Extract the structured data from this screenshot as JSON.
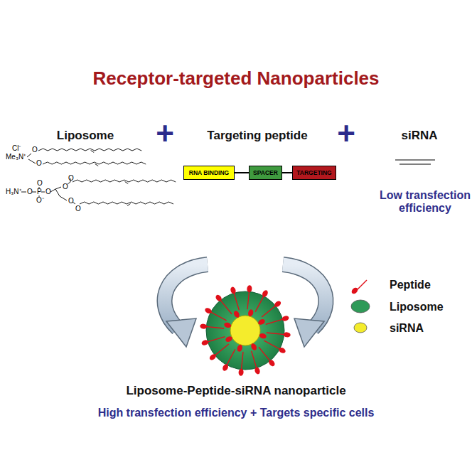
{
  "diagram": {
    "title": "Receptor-targeted Nanoparticles",
    "caption": "Liposome-Peptide-siRNA nanoparticle",
    "nodes": [
      {
        "text": [
          "RNA BINDING"
        ]
      },
      {
        "text": [
          "SPACER"
        ]
      },
      {
        "text": [
          "TARGETING"
        ]
      }
    ],
    "edges": [
      {
        "from": 0,
        "to": 1,
        "arrow": "none"
      },
      {
        "from": 1,
        "to": 2,
        "arrow": "none"
      }
    ],
    "labels": [
      "Liposome",
      "+",
      "Targeting peptide",
      "+",
      "siRNA",
      "Low transfection efficiency",
      "High transfection efficiency + Targets specific cells",
      "Cl⁻",
      "Me₃N⁺",
      "O",
      "O",
      "H₃N⁺",
      "O",
      "P",
      "O",
      "O⁻",
      "O",
      "O",
      "O",
      "O",
      "O"
    ],
    "legend": [
      {
        "text": "Peptide"
      },
      {
        "text": "Liposome",
        "color": "#2f9a58"
      },
      {
        "text": "siRNA",
        "color": "#f4ec2c"
      }
    ]
  }
}
